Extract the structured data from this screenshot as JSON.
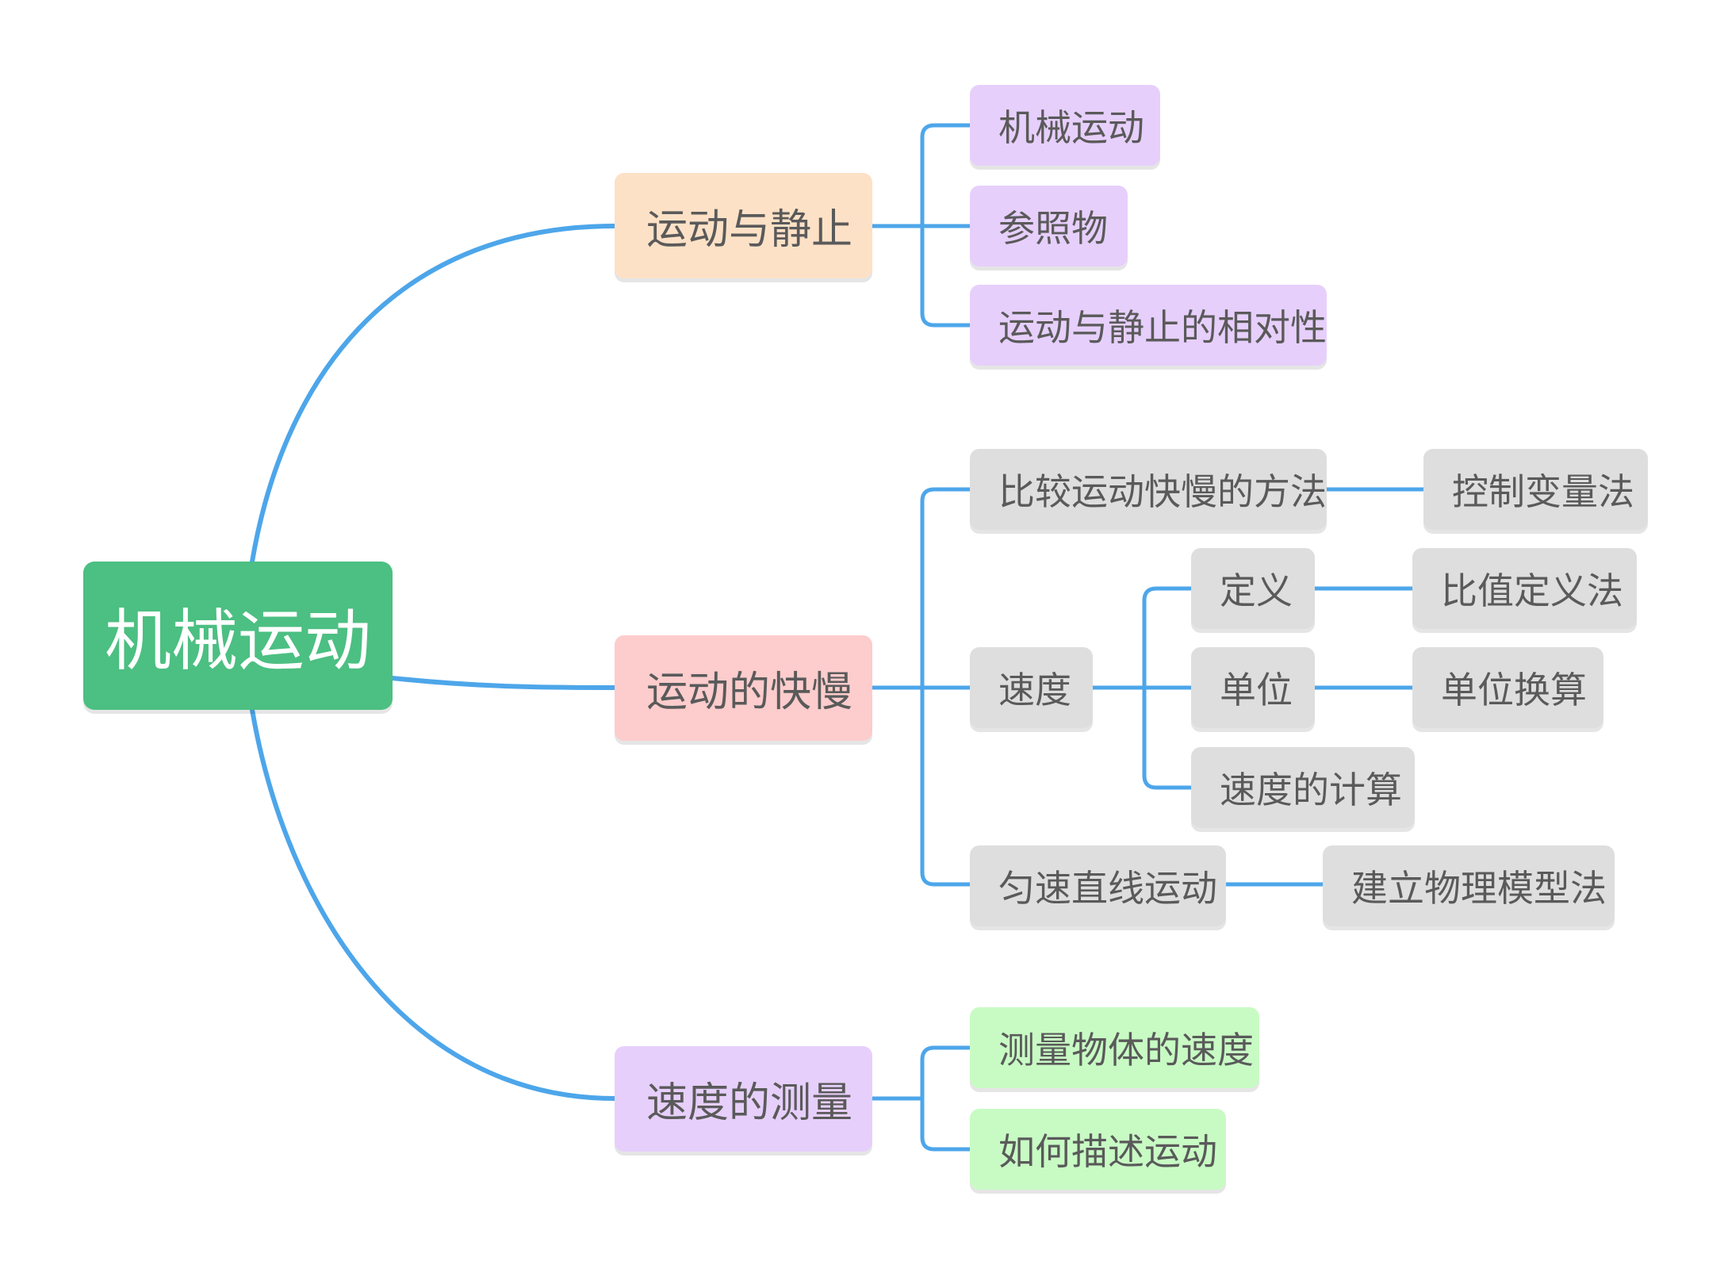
{
  "root": {
    "label": "机械运动"
  },
  "branches": {
    "motion_rest": {
      "label": "运动与静止",
      "children": [
        "机械运动",
        "参照物",
        "运动与静止的相对性"
      ]
    },
    "speed_of_motion": {
      "label": "运动的快慢",
      "compare": {
        "label": "比较运动快慢的方法",
        "method": "控制变量法"
      },
      "speed": {
        "label": "速度",
        "definition": {
          "label": "定义",
          "method": "比值定义法"
        },
        "unit": {
          "label": "单位",
          "method": "单位换算"
        },
        "calculation": "速度的计算"
      },
      "uniform": {
        "label": "匀速直线运动",
        "method": "建立物理模型法"
      }
    },
    "measuring_speed": {
      "label": "速度的测量",
      "children": [
        "测量物体的速度",
        "如何描述运动"
      ]
    }
  },
  "colors": {
    "root": "#4cbf82",
    "connector": "#4da6ea",
    "orange": "#fde1c6",
    "pink": "#fdcccc",
    "purple": "#e7cffc",
    "gray": "#dedede",
    "green": "#c8fbc4",
    "text": "#5a5a5a"
  }
}
